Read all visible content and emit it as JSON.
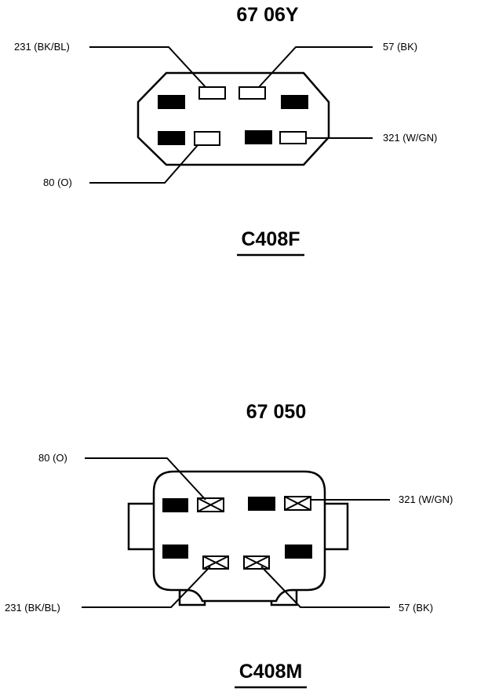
{
  "top_connector": {
    "part_number": "67 06Y",
    "name": "C408F",
    "wires": {
      "w231": "231 (BK/BL)",
      "w57": "57 (BK)",
      "w321": "321 (W/GN)",
      "w80": "80 (O)"
    }
  },
  "bottom_connector": {
    "part_number": "67 050",
    "name": "C408M",
    "wires": {
      "w80": "80 (O)",
      "w321": "321 (W/GN)",
      "w231": "231 (BK/BL)",
      "w57": "57 (BK)"
    }
  }
}
